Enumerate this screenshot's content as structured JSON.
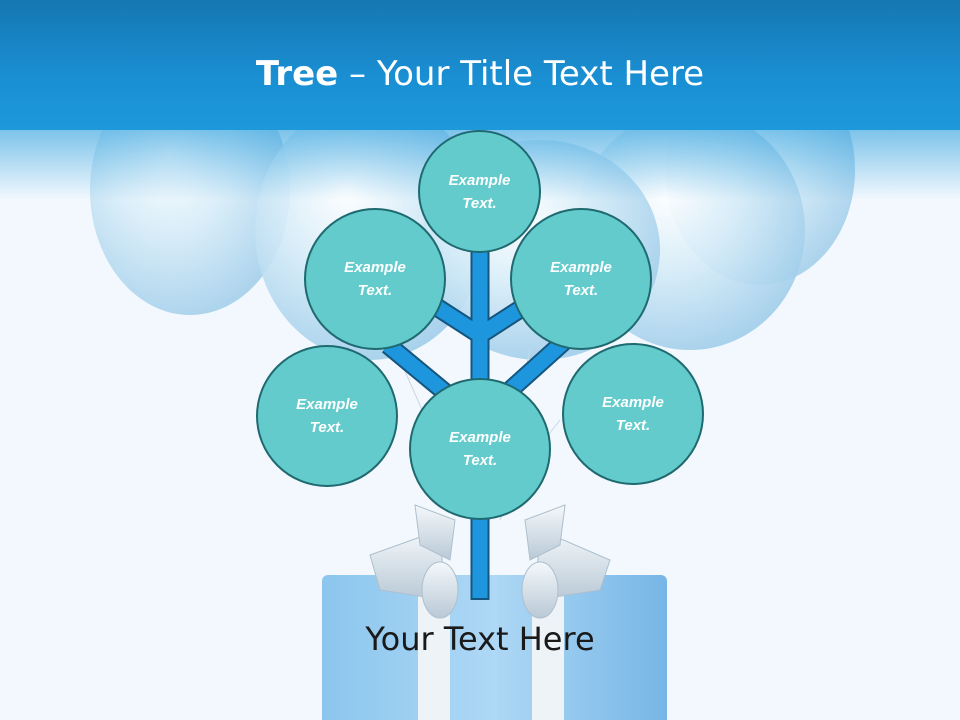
{
  "title": {
    "bold": "Tree",
    "rest": " – Your Title Text Here"
  },
  "nodes": [
    {
      "id": "top",
      "text": "Example\nText."
    },
    {
      "id": "upper-left",
      "text": "Example\nText."
    },
    {
      "id": "upper-right",
      "text": "Example\nText."
    },
    {
      "id": "lower-left",
      "text": "Example\nText."
    },
    {
      "id": "center",
      "text": "Example\nText."
    },
    {
      "id": "lower-right",
      "text": "Example\nText."
    }
  ],
  "footer": {
    "text": "Your Text Here"
  },
  "colors": {
    "header": "#1a8fd3",
    "circle_fill": "#63cbcc",
    "circle_border": "#1f6a70",
    "branch": "#1d96de",
    "branch_outline": "#16557e"
  }
}
